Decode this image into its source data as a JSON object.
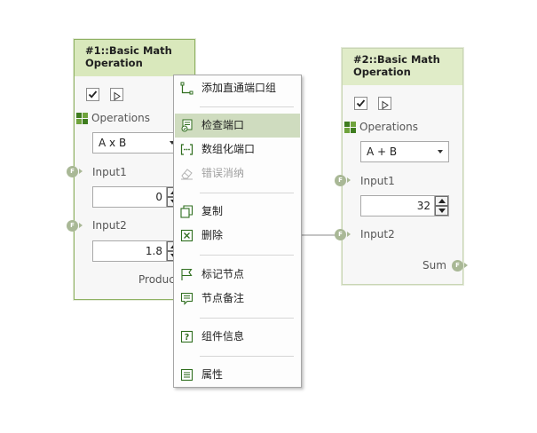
{
  "node1": {
    "title": "#1::Basic Math Operation",
    "operations_label": "Operations",
    "operation_value": "A x B",
    "input1_label": "Input1",
    "input1_value": "0",
    "input2_label": "Input2",
    "input2_value": "1.8",
    "output_label": "Product",
    "port_letter": "F"
  },
  "node2": {
    "title": "#2::Basic Math Operation",
    "operations_label": "Operations",
    "operation_value": "A + B",
    "input1_label": "Input1",
    "input1_value": "32",
    "input2_label": "Input2",
    "output_label": "Sum",
    "port_letter": "F"
  },
  "context_menu": {
    "items": [
      {
        "label": "添加直通端口组",
        "icon": "passthrough-port-icon"
      },
      {
        "label": "检查端口",
        "icon": "check-port-icon"
      },
      {
        "label": "数组化端口",
        "icon": "array-port-icon"
      },
      {
        "label": "错误消纳",
        "icon": "eraser-icon"
      },
      {
        "label": "复制",
        "icon": "copy-icon"
      },
      {
        "label": "删除",
        "icon": "delete-icon"
      },
      {
        "label": "标记节点",
        "icon": "flag-icon"
      },
      {
        "label": "节点备注",
        "icon": "note-icon"
      },
      {
        "label": "组件信息",
        "icon": "question-icon"
      },
      {
        "label": "属性",
        "icon": "properties-icon"
      }
    ]
  },
  "colors": {
    "accent_green": "#5a8a2c",
    "header_bg": "#e0ecc8",
    "highlight": "#cfdcbf"
  }
}
